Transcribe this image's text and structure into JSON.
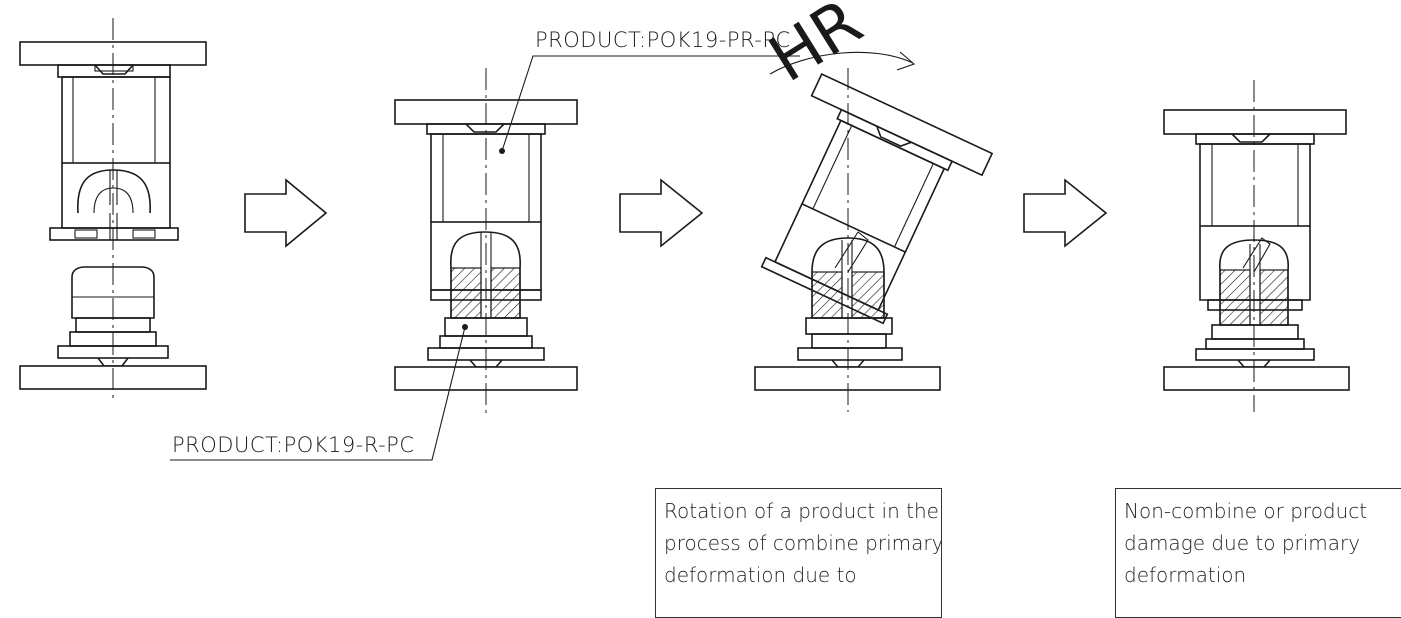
{
  "labels": {
    "product_upper": "PRODUCT:POK19-PR-PC",
    "product_lower": "PRODUCT:POK19-R-PC",
    "watermark": "HR"
  },
  "notes": {
    "rotation": [
      "Rotation of a product in the",
      "process of combine primary",
      "deformation due to"
    ],
    "damage": [
      "Non-combine or product",
      "damage due to primary",
      "deformation"
    ]
  },
  "stages": [
    "separated-parts",
    "combined-parts",
    "rotated-parts",
    "damaged-parts"
  ],
  "colors": {
    "line": "#1a1a1a",
    "background": "#ffffff"
  }
}
